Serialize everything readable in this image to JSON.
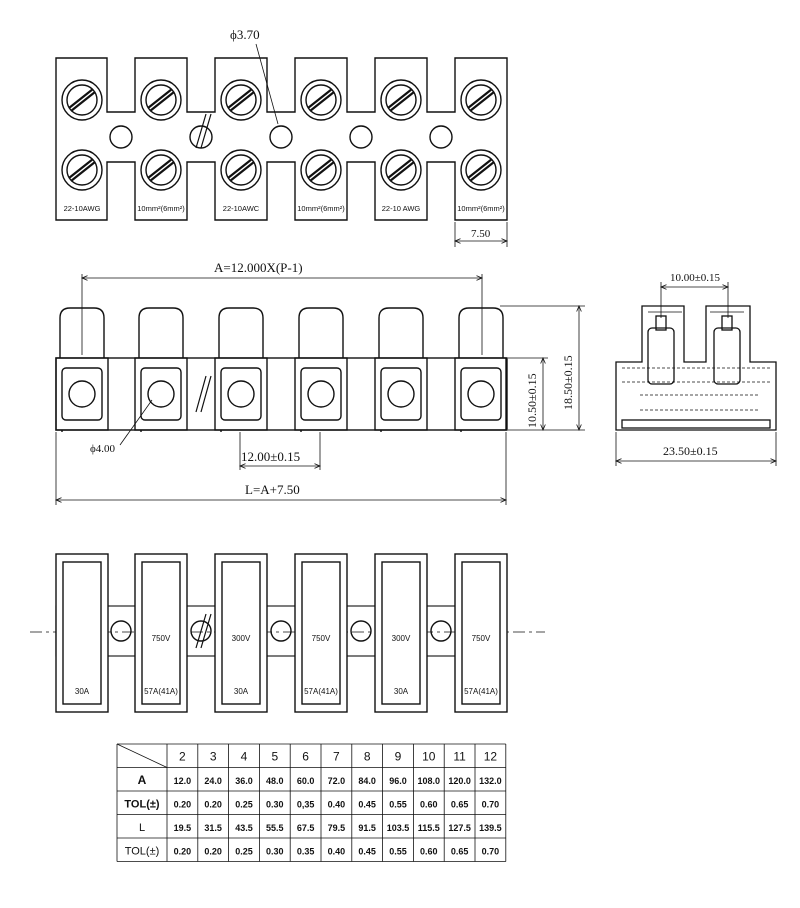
{
  "top_view": {
    "hole_dim": "ϕ3.70",
    "pitch_dim": "7.50",
    "wire_labels": [
      "22-10AWG",
      "10mm²(6mm²)",
      "22-10AWC",
      "10mm²(6mm²)",
      "22-10 AWG",
      "10mm²(6mm²)"
    ]
  },
  "front_view": {
    "a_dim": "A=12.000X(P-1)",
    "screw_dim": "ϕ4.00",
    "pitch_dim": "12.00±0.15",
    "length_dim": "L=A+7.50",
    "height_dim_1": "10.50±0.15",
    "height_dim_2": "18.50±0.15"
  },
  "side_view": {
    "spacing_dim": "10.00±0.15",
    "width_dim": "23.50±0.15"
  },
  "bottom_view": {
    "labels": [
      {
        "upper": "",
        "lower": "30A"
      },
      {
        "upper": "750V",
        "lower": "57A(41A)"
      },
      {
        "upper": "300V",
        "lower": "30A"
      },
      {
        "upper": "750V",
        "lower": "57A(41A)"
      },
      {
        "upper": "300V",
        "lower": "30A"
      },
      {
        "upper": "750V",
        "lower": "57A(41A)"
      }
    ]
  },
  "table": {
    "poles": [
      "2",
      "3",
      "4",
      "5",
      "6",
      "7",
      "8",
      "9",
      "10",
      "11",
      "12"
    ],
    "rows": [
      {
        "label": "A",
        "values": [
          "12.0",
          "24.0",
          "36.0",
          "48.0",
          "60.0",
          "72.0",
          "84.0",
          "96.0",
          "108.0",
          "120.0",
          "132.0"
        ]
      },
      {
        "label": "TOL(±)",
        "values": [
          "0.20",
          "0.20",
          "0.25",
          "0.30",
          "0,35",
          "0.40",
          "0.45",
          "0.55",
          "0.60",
          "0.65",
          "0.70"
        ]
      },
      {
        "label": "L",
        "values": [
          "19.5",
          "31.5",
          "43.5",
          "55.5",
          "67.5",
          "79.5",
          "91.5",
          "103.5",
          "115.5",
          "127.5",
          "139.5"
        ]
      },
      {
        "label": "TOL(±)",
        "values": [
          "0.20",
          "0.20",
          "0.25",
          "0.30",
          "0.35",
          "0.40",
          "0.45",
          "0.55",
          "0.60",
          "0.65",
          "0.70"
        ]
      }
    ]
  }
}
